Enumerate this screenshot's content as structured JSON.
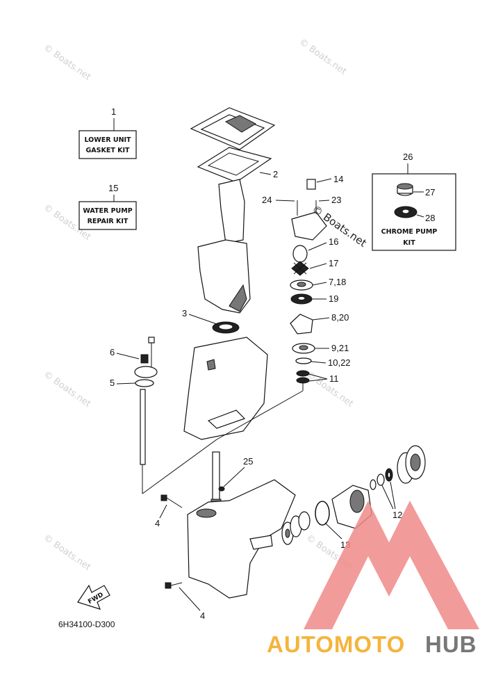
{
  "watermark": "© Boats.net",
  "diagram_code": "6H34100-D300",
  "fwd_label": "FWD",
  "brand": {
    "part1": "AUTOMOTO",
    "part2": "HUB",
    "color1": "#f5b43c",
    "color2": "#777777",
    "logo_color": "#f08a8a"
  },
  "kits": {
    "lower_unit_gasket": {
      "line1": "LOWER UNIT",
      "line2": "GASKET KIT"
    },
    "water_pump_repair": {
      "line1": "WATER PUMP",
      "line2": "REPAIR KIT"
    },
    "chrome_pump": {
      "line1": "CHROME PUMP",
      "line2": "KIT"
    }
  },
  "callouts": {
    "c1": "1",
    "c2": "2",
    "c3": "3",
    "c4a": "4",
    "c4b": "4",
    "c5": "5",
    "c6": "6",
    "c7_18": "7,18",
    "c8_20": "8,20",
    "c9_21": "9,21",
    "c10_22": "10,22",
    "c11": "11",
    "c12": "12",
    "c13": "13",
    "c14": "14",
    "c15": "15",
    "c16": "16",
    "c17": "17",
    "c19": "19",
    "c23": "23",
    "c24": "24",
    "c25": "25",
    "c26": "26",
    "c27": "27",
    "c28": "28"
  }
}
